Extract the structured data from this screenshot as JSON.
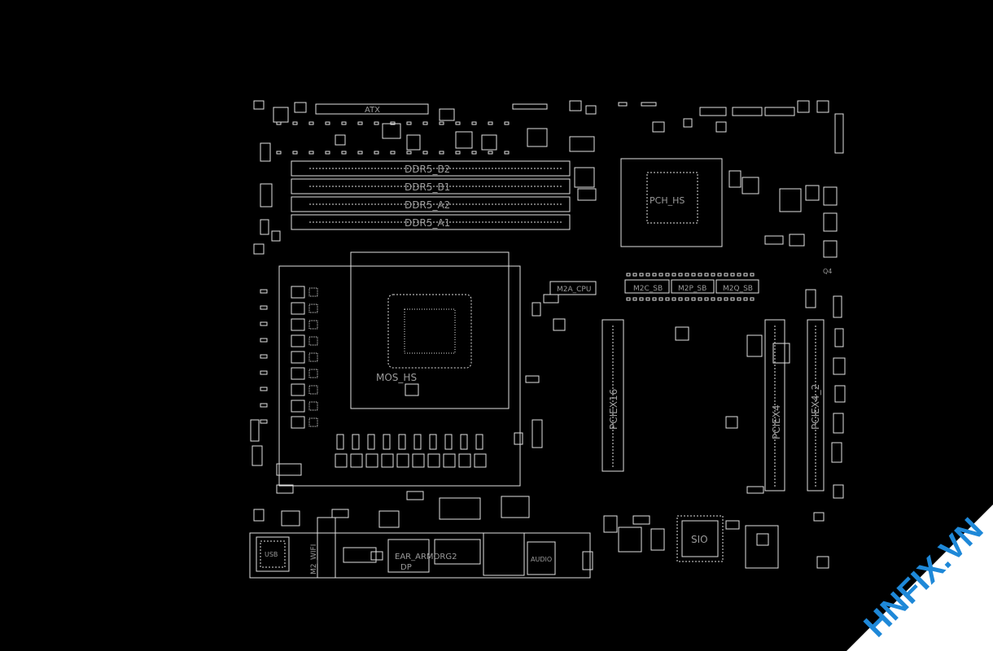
{
  "board": {
    "labels": {
      "atx": "ATX",
      "ddr_b2": "DDR5_B2",
      "ddr_b1": "DDR5_B1",
      "ddr_a2": "DDR5_A2",
      "ddr_a1": "DDR5_A1",
      "pch_hs": "PCH_HS",
      "mos_hs": "MOS_HS",
      "m2a_cpu": "M2A_CPU",
      "m2c_sb": "M2C_SB",
      "m2p_sb": "M2P_SB",
      "m2q_sb": "M2Q_SB",
      "pciex16": "PCIEX16",
      "pciex4": "PCIEX4",
      "pciex4_2": "PCIEX4_2",
      "sio": "SIO",
      "audio": "AUDIO",
      "usb": "USB",
      "m2_wifi": "M2_WIFI",
      "dp": "DP",
      "q4": "Q4",
      "hdmi_text": "EAR_ARMORG2"
    }
  },
  "watermark": {
    "text": "HNFIX.VN",
    "color": "#1e88d8",
    "accent": "#e53935"
  },
  "colors": {
    "background": "#000000",
    "stroke": "#e6e6e6",
    "label": "#9a9a9a"
  }
}
